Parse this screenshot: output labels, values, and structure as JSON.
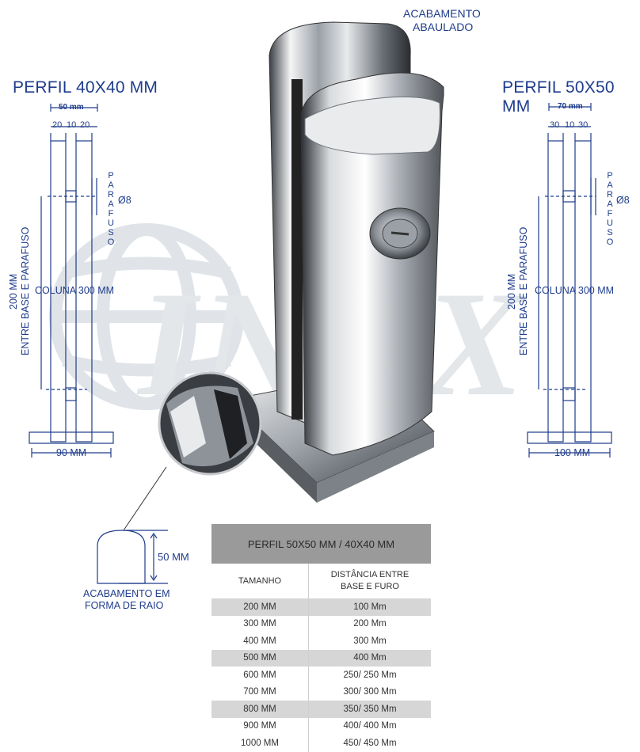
{
  "watermark": {
    "text": "INOX"
  },
  "labels": {
    "acabamento_abaulado_1": "ACABAMENTO",
    "acabamento_abaulado_2": "ABAULADO",
    "acabamento_raio_1": "ACABAMENTO EM",
    "acabamento_raio_2": "FORMA DE RAIO",
    "raio_height": "50 MM"
  },
  "left_profile": {
    "title": "PERFIL 40X40 MM",
    "top_width": "50 mm",
    "dims": [
      "20",
      "10",
      "20"
    ],
    "screw_text": [
      "P",
      "A",
      "R",
      "A",
      "F",
      "U",
      "S",
      "O"
    ],
    "screw_dia": "Ø8",
    "side_line1": "200 MM",
    "side_line2": "ENTRE BASE E PARAFUSO",
    "column": "COLUNA 300 MM",
    "base_width": "90 MM"
  },
  "right_profile": {
    "title": "PERFIL 50X50 MM",
    "top_width": "70 mm",
    "dims": [
      "30",
      "10",
      "30"
    ],
    "screw_text": [
      "P",
      "A",
      "R",
      "A",
      "F",
      "U",
      "S",
      "O"
    ],
    "screw_dia": "Ø8",
    "side_line1": "200 MM",
    "side_line2": "ENTRE BASE E PARAFUSO",
    "column": "COLUNA 300 MM",
    "base_width": "100 MM"
  },
  "table": {
    "title": "PERFIL 50X50 MM / 40X40 MM",
    "col1": "TAMANHO",
    "col2_line1": "DISTÂNCIA ENTRE",
    "col2_line2": "BASE E FURO",
    "rows": [
      {
        "size": "200 MM",
        "dist": "100 Mm"
      },
      {
        "size": "300 MM",
        "dist": "200 Mm"
      },
      {
        "size": "400 MM",
        "dist": "300 Mm"
      },
      {
        "size": "500 MM",
        "dist": "400 Mm"
      },
      {
        "size": "600 MM",
        "dist": "250/ 250 Mm"
      },
      {
        "size": "700 MM",
        "dist": "300/ 300 Mm"
      },
      {
        "size": "800 MM",
        "dist": "350/ 350 Mm"
      },
      {
        "size": "900 MM",
        "dist": "400/ 400 Mm"
      },
      {
        "size": "1000 MM",
        "dist": "450/ 450 Mm"
      }
    ]
  }
}
